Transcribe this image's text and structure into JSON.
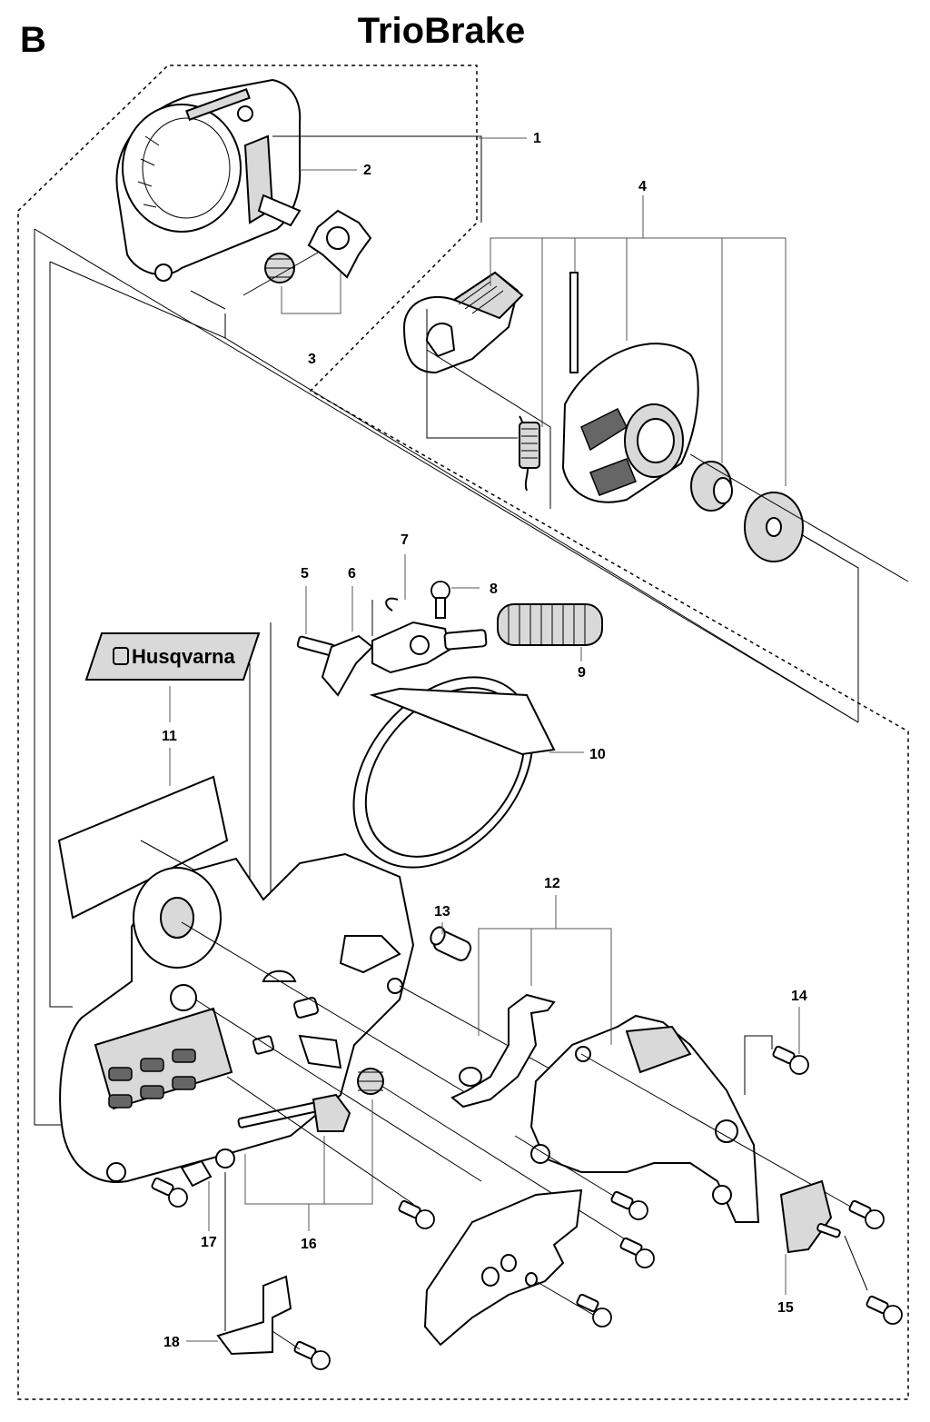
{
  "header": {
    "section_letter": "B",
    "title": "TrioBrake"
  },
  "decal": {
    "brand_text": "Husqvarna"
  },
  "callouts": [
    "1",
    "2",
    "3",
    "4",
    "5",
    "6",
    "7",
    "8",
    "9",
    "10",
    "11",
    "12",
    "13",
    "14",
    "15",
    "16",
    "17",
    "18"
  ]
}
